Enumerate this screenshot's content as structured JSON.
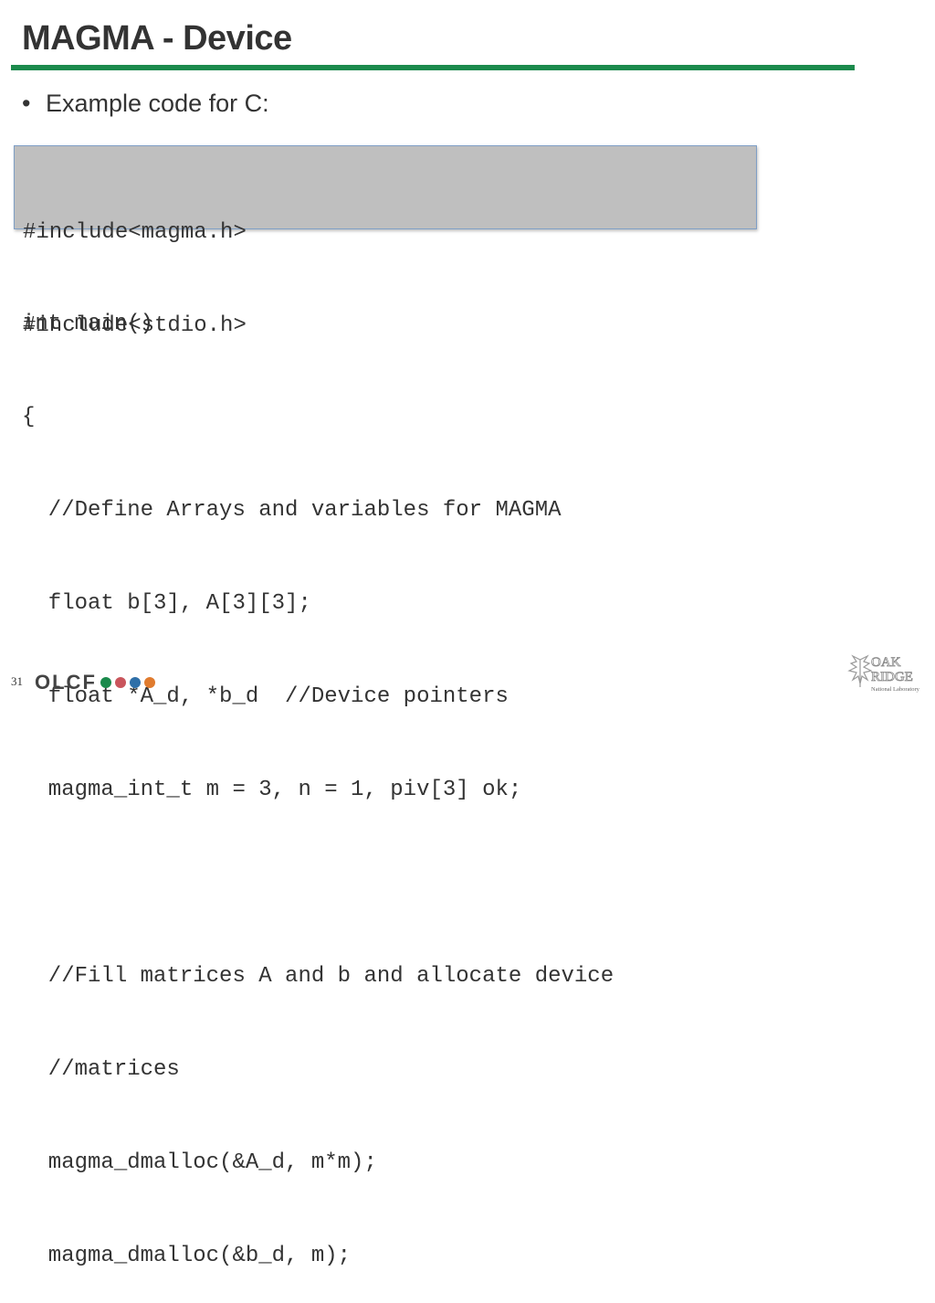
{
  "slide": {
    "title": "MAGMA - Device",
    "bullet": "Example code for C:",
    "page_number": "31"
  },
  "code_box": {
    "lines": [
      "#include<magma.h>",
      "#include<stdio.h>"
    ]
  },
  "code_main": {
    "lines": [
      "int main()",
      "{",
      "  //Define Arrays and variables for MAGMA",
      "  float b[3], A[3][3];",
      "  float *A_d, *b_d  //Device pointers",
      "  magma_int_t m = 3, n = 1, piv[3] ok;",
      "",
      "  //Fill matrices A and b and allocate device",
      "  //matrices",
      "  magma_dmalloc(&A_d, m*m);",
      "  magma_dmalloc(&b_d, m);"
    ]
  },
  "footer": {
    "olcf_logo": "OLCF",
    "ornl_logo_line1": "OAK",
    "ornl_logo_line2": "RIDGE",
    "ornl_logo_line3": "National Laboratory"
  },
  "colors": {
    "accent_green": "#1b8a4c",
    "code_box_bg": "#bfbfbf",
    "olcf_dots": [
      "#1b8a4c",
      "#c9555c",
      "#2f6fa8",
      "#e07b2e"
    ]
  }
}
